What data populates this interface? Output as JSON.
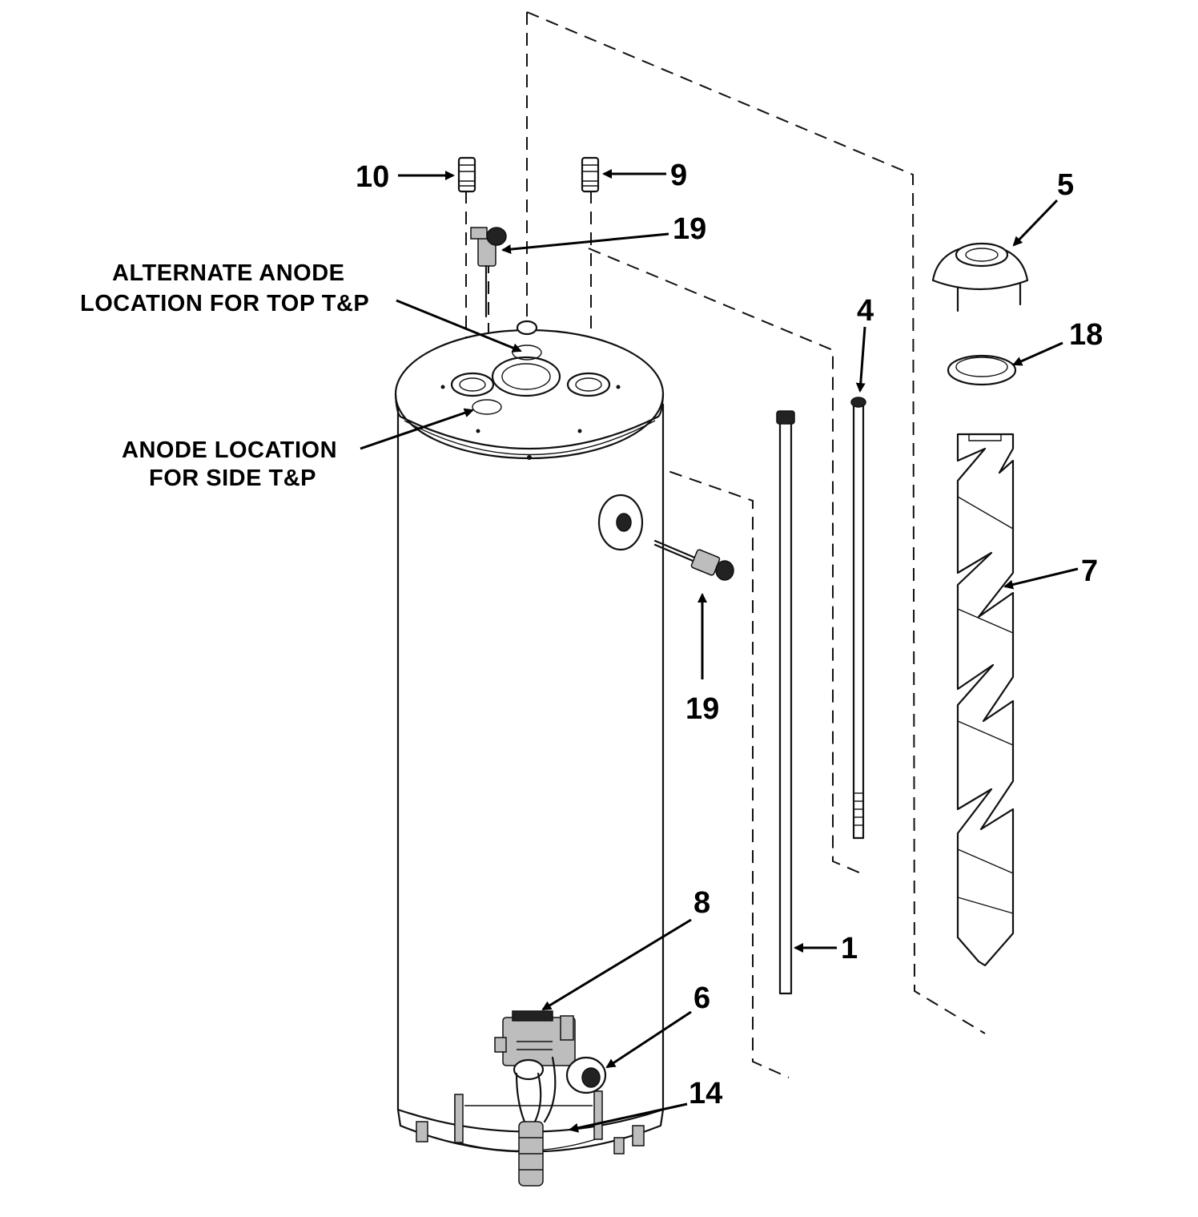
{
  "callouts": {
    "c10": "10",
    "c9": "9",
    "c19_top": "19",
    "c5": "5",
    "c4": "4",
    "c18": "18",
    "c7": "7",
    "c19_side": "19",
    "c8": "8",
    "c1": "1",
    "c6": "6",
    "c14": "14"
  },
  "notes": {
    "alternate_line1": "ALTERNATE ANODE",
    "alternate_line2": "LOCATION FOR TOP T&P",
    "side_line1": "ANODE LOCATION",
    "side_line2": "FOR SIDE T&P"
  }
}
